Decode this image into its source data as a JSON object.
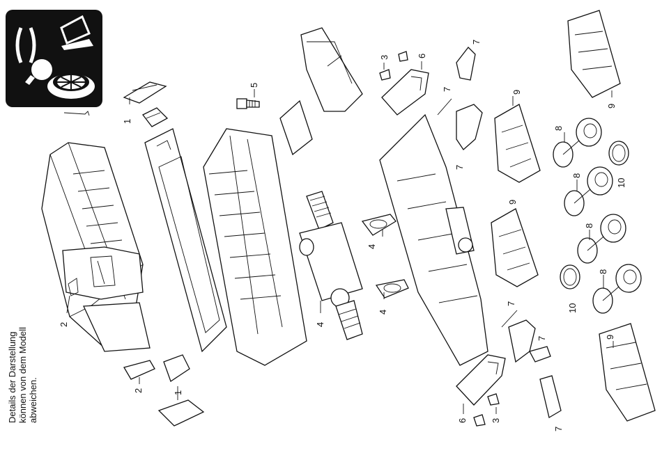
{
  "note": {
    "lines": [
      "Details der Darstellung",
      "können von dem Modell",
      "abweichen."
    ]
  },
  "icons": {
    "box_bg": "#111111",
    "items": [
      "bracket-icon",
      "tilt-arrow-icon",
      "lamp-icon",
      "wheel-icon"
    ]
  },
  "labels": [
    "1",
    "1",
    "2",
    "2",
    "3",
    "3",
    "4",
    "4",
    "4",
    "5",
    "6",
    "6",
    "7",
    "7",
    "7",
    "7",
    "7",
    "7",
    "8",
    "8",
    "8",
    "8",
    "9",
    "9",
    "9",
    "9",
    "10",
    "10"
  ]
}
